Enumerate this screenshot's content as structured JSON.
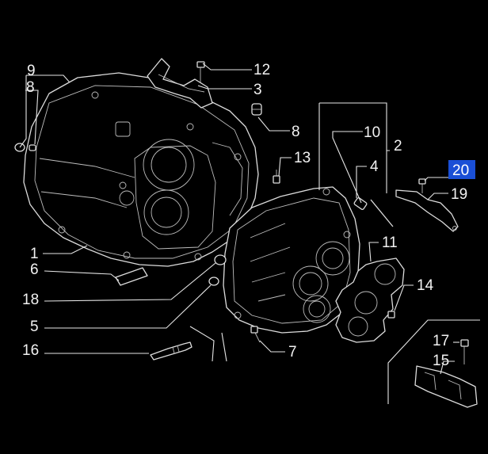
{
  "callouts": [
    {
      "id": "c9",
      "number": "9"
    },
    {
      "id": "c8a",
      "number": "8"
    },
    {
      "id": "c12",
      "number": "12"
    },
    {
      "id": "c3",
      "number": "3"
    },
    {
      "id": "c8b",
      "number": "8"
    },
    {
      "id": "c10",
      "number": "10"
    },
    {
      "id": "c2",
      "number": "2"
    },
    {
      "id": "c4",
      "number": "4"
    },
    {
      "id": "c20",
      "number": "20",
      "highlighted": true
    },
    {
      "id": "c13",
      "number": "13"
    },
    {
      "id": "c19",
      "number": "19"
    },
    {
      "id": "c1",
      "number": "1"
    },
    {
      "id": "c11",
      "number": "11"
    },
    {
      "id": "c6",
      "number": "6"
    },
    {
      "id": "c14",
      "number": "14"
    },
    {
      "id": "c18",
      "number": "18"
    },
    {
      "id": "c5",
      "number": "5"
    },
    {
      "id": "c16",
      "number": "16"
    },
    {
      "id": "c7",
      "number": "7"
    },
    {
      "id": "c17",
      "number": "17"
    },
    {
      "id": "c15",
      "number": "15"
    }
  ],
  "colors": {
    "background": "#000000",
    "line": "#e6e6e6",
    "highlight": "#1a4fd6"
  }
}
